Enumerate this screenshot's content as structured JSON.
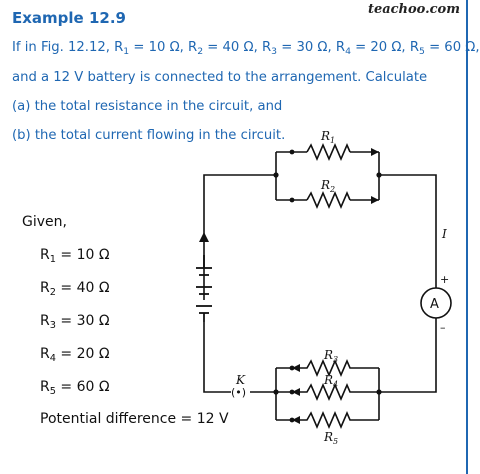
{
  "watermark": "teachoo.com",
  "example_title": "Example 12.9",
  "question": {
    "line1": "If in Fig. 12.12, R",
    "line1_values": [
      {
        "sub": "1",
        "rest": " = 10 Ω, R"
      },
      {
        "sub": "2",
        "rest": " = 40 Ω, R"
      },
      {
        "sub": "3",
        "rest": " = 30 Ω, R"
      },
      {
        "sub": "4",
        "rest": " = 20 Ω, R"
      },
      {
        "sub": "5",
        "rest": " = 60 Ω,"
      }
    ],
    "line2": "and a 12 V battery is connected to the arrangement. Calculate",
    "line3": "(a) the total resistance in the circuit, and",
    "line4": "(b) the total current flowing in the circuit."
  },
  "given": {
    "label": "Given,",
    "items": [
      {
        "name": "R",
        "sub": "1",
        "value": " = 10 Ω"
      },
      {
        "name": "R",
        "sub": "2",
        "value": " = 40 Ω"
      },
      {
        "name": "R",
        "sub": "3",
        "value": " = 30 Ω"
      },
      {
        "name": "R",
        "sub": "4",
        "value": " = 20 Ω"
      },
      {
        "name": "R",
        "sub": "5",
        "value": " = 60 Ω"
      }
    ],
    "potential": "Potential difference = 12 V"
  },
  "circuit": {
    "resistor_labels": [
      {
        "name": "R",
        "sub": "1"
      },
      {
        "name": "R",
        "sub": "2"
      },
      {
        "name": "R",
        "sub": "3"
      },
      {
        "name": "R",
        "sub": "4"
      },
      {
        "name": "R",
        "sub": "5"
      }
    ],
    "current_label": "I",
    "ammeter_label": "A",
    "ammeter_plus": "+",
    "ammeter_minus": "–",
    "key_label": "K",
    "key_symbol": "(•)"
  },
  "colors": {
    "accent": "#1f67b2",
    "text": "#111111"
  }
}
